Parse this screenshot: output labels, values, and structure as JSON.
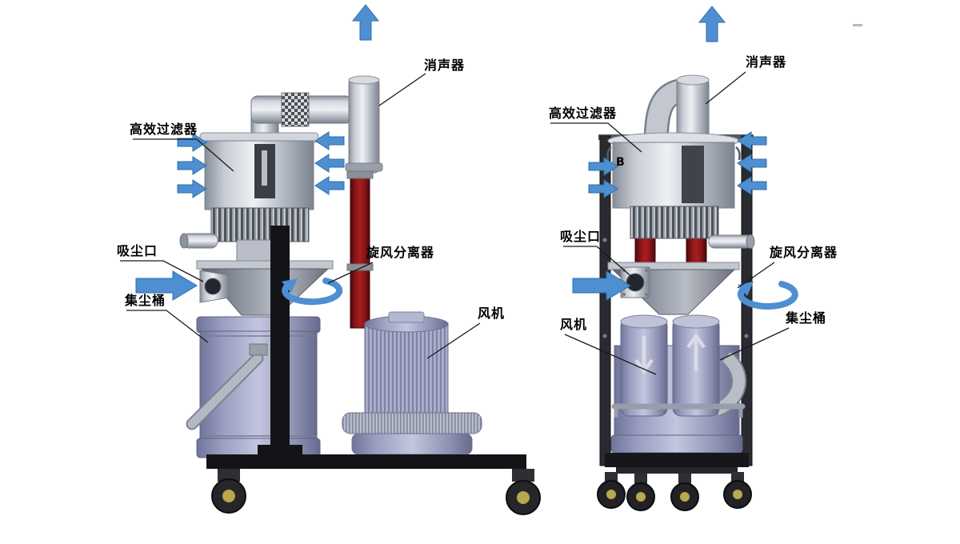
{
  "labels": {
    "muffler": "消声器",
    "hepa_filter": "高效过滤器",
    "suction_inlet": "吸尘口",
    "dust_bucket": "集尘桶",
    "cyclone_separator": "旋风分离器",
    "blower": "风机",
    "marker_b": "B"
  },
  "colors": {
    "background": "#ffffff",
    "airflow_arrow_blue": "#4e8fd2",
    "riser_pipe_red": "#8f1719",
    "metal_gray": "#c7ccd4",
    "motor_purple_gray": "#9a9ec0",
    "frame_black": "#141418",
    "label_text": "#000000",
    "leader_line": "#1a1a1a"
  }
}
